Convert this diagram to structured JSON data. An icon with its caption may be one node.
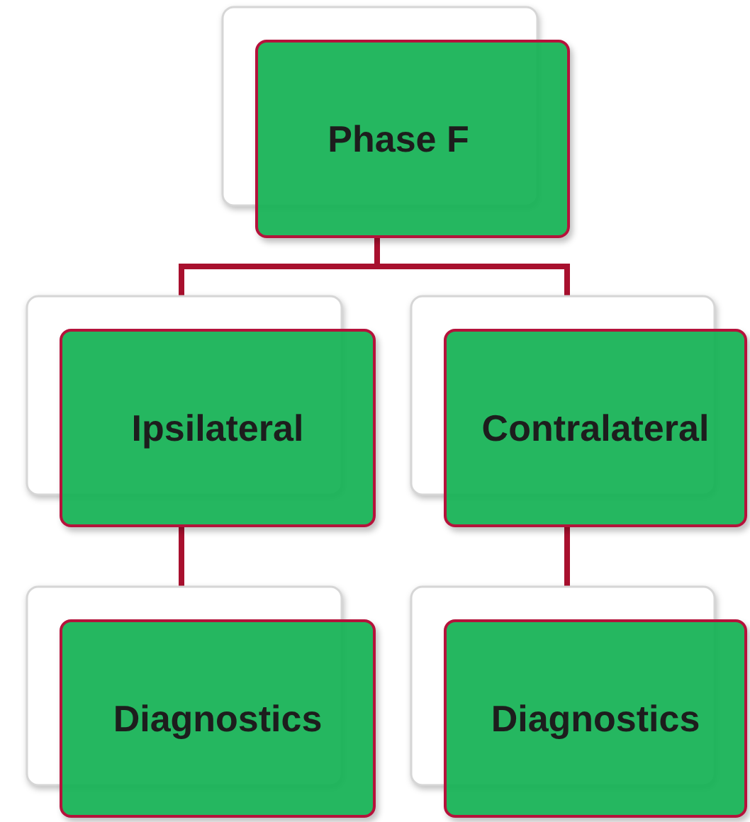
{
  "diagram": {
    "nodes": [
      {
        "text": [
          "Phase F"
        ]
      },
      {
        "text": [
          "Ipsilateral"
        ]
      },
      {
        "text": [
          "Contralateral"
        ]
      },
      {
        "text": [
          "Diagnostics"
        ]
      },
      {
        "text": [
          "Diagnostics"
        ]
      }
    ],
    "edges": [
      {
        "from": 0,
        "to": 1,
        "arrow": "none"
      },
      {
        "from": 0,
        "to": 2,
        "arrow": "none"
      },
      {
        "from": 1,
        "to": 3,
        "arrow": "none"
      },
      {
        "from": 2,
        "to": 4,
        "arrow": "none"
      }
    ]
  }
}
